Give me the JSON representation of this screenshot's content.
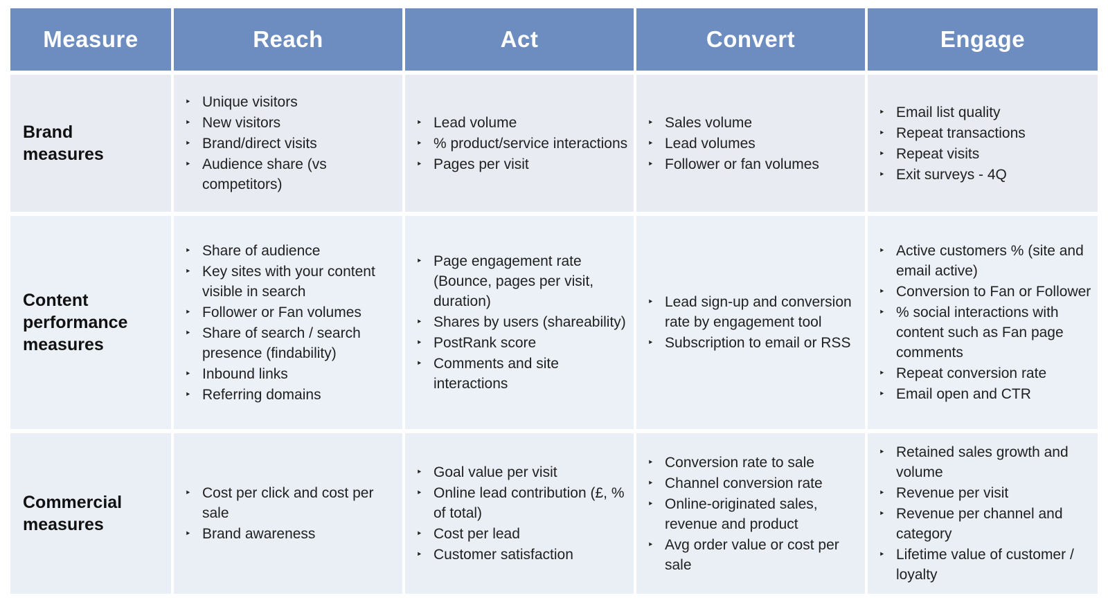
{
  "icons": {
    "bullet": "‣"
  },
  "colors": {
    "header_bg": "#6d8cbf",
    "header_text": "#ffffff",
    "row1_bg": "#e9ebf3",
    "row2_bg": "#ecf0f7",
    "row3_bg": "#eaeef5",
    "body_text": "#1f1f1f",
    "page_bg": "#ffffff"
  },
  "table": {
    "columns": [
      "Measure",
      "Reach",
      "Act",
      "Convert",
      "Engage"
    ],
    "rows": [
      {
        "measure": "Brand measures",
        "reach": [
          "Unique visitors",
          "New visitors",
          "Brand/direct visits",
          "Audience share (vs competitors)"
        ],
        "act": [
          "Lead volume",
          "% product/service interactions",
          "Pages per visit"
        ],
        "convert": [
          "Sales volume",
          "Lead volumes",
          "Follower or fan volumes"
        ],
        "engage": [
          "Email list quality",
          "Repeat transactions",
          "Repeat visits",
          "Exit surveys - 4Q"
        ]
      },
      {
        "measure": "Content performance measures",
        "reach": [
          "Share of audience",
          "Key sites with your content visible in search",
          "Follower or Fan volumes",
          "Share of search / search presence (findability)",
          "Inbound links",
          "Referring domains"
        ],
        "act": [
          "Page engagement rate (Bounce, pages per visit, duration)",
          "Shares by users (shareability)",
          "PostRank score",
          "Comments and site interactions"
        ],
        "convert": [
          "Lead sign-up and conversion rate by engagement tool",
          "Subscription to email or RSS"
        ],
        "engage": [
          "Active customers % (site and email active)",
          "Conversion to Fan or Follower",
          "% social interactions with content such as Fan page comments",
          "Repeat conversion rate",
          "Email open and CTR"
        ]
      },
      {
        "measure": "Commercial measures",
        "reach": [
          "Cost per click and cost per sale",
          "Brand awareness"
        ],
        "act": [
          "Goal value per visit",
          "Online lead contribution (£, % of total)",
          "Cost per lead",
          "Customer satisfaction"
        ],
        "convert": [
          "Conversion rate to sale",
          "Channel conversion rate",
          "Online-originated sales, revenue and product",
          "Avg order value or cost per sale"
        ],
        "engage": [
          "Retained sales growth and volume",
          "Revenue per visit",
          "Revenue per channel and category",
          "Lifetime value of customer / loyalty"
        ]
      }
    ]
  }
}
